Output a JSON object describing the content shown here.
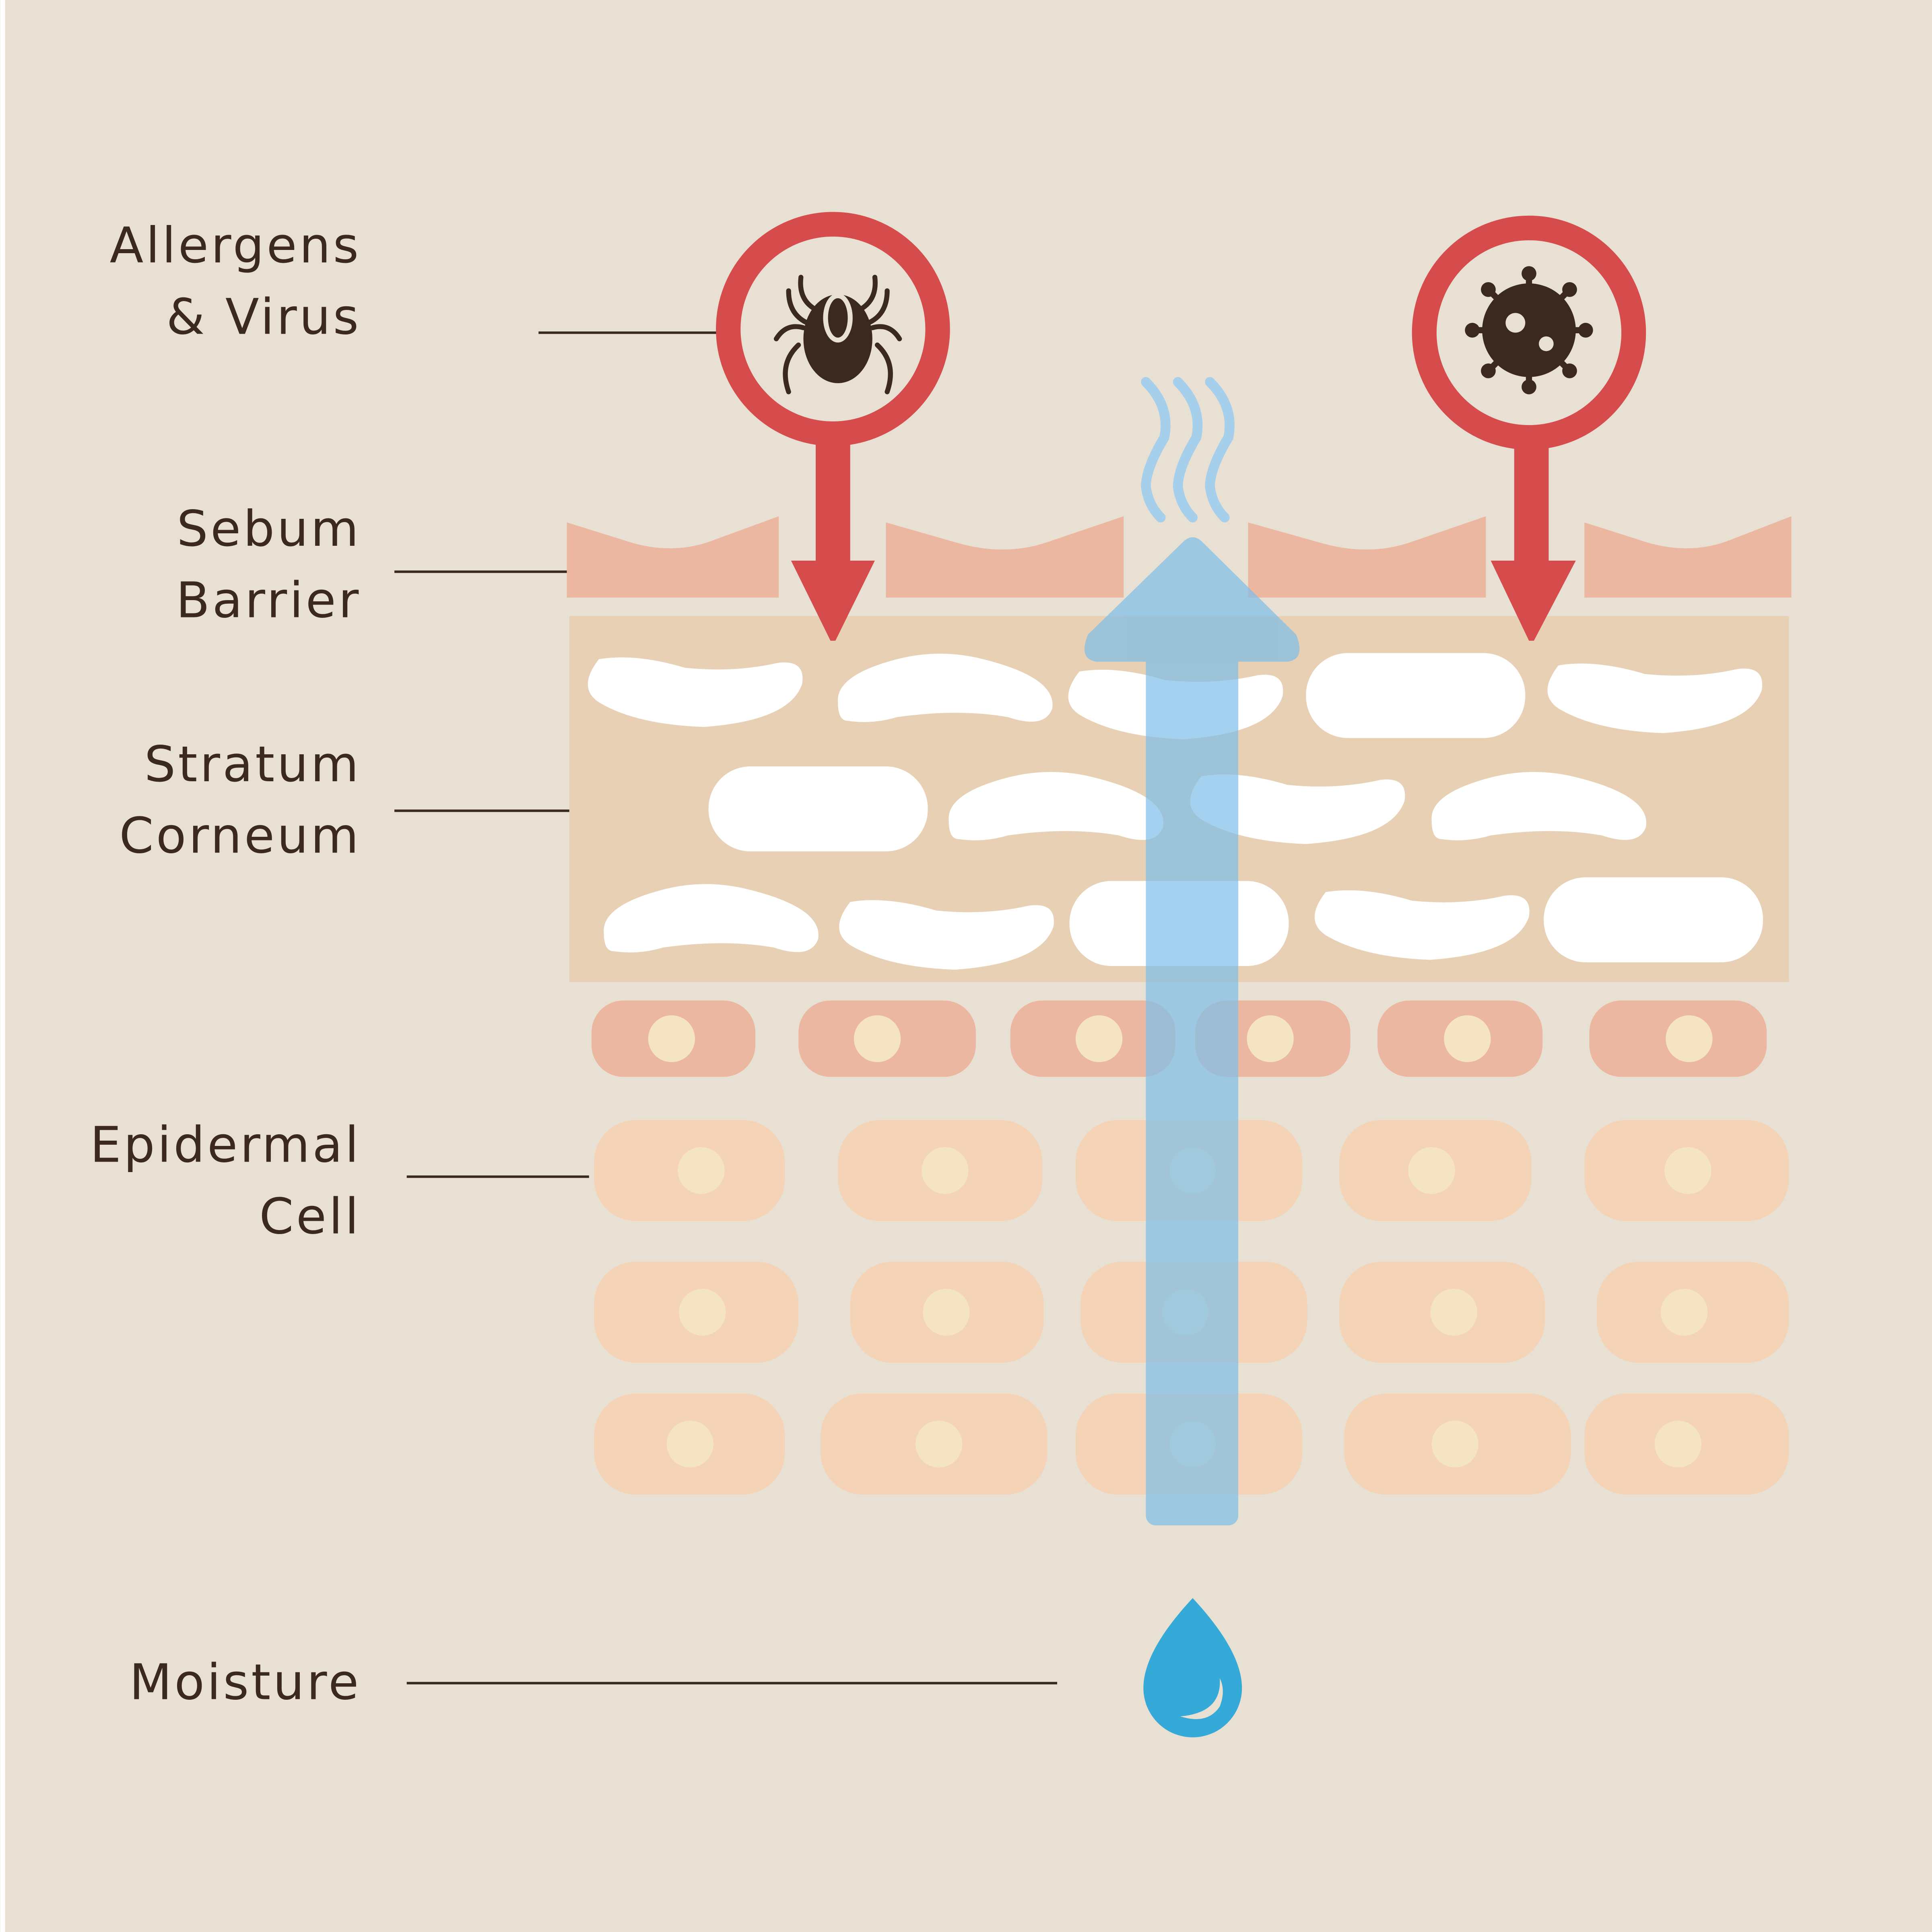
{
  "labels": {
    "allergens_line1": "Allergens",
    "allergens_line2": "& Virus",
    "sebum_line1": "Sebum",
    "sebum_line2": "Barrier",
    "stratum_line1": "Stratum",
    "stratum_line2": "Corneum",
    "epidermal_line1": "Epidermal",
    "epidermal_line2": "Cell",
    "moisture": "Moisture"
  },
  "icons": [
    "mite-icon",
    "virus-icon",
    "water-drop-icon",
    "evaporation-icon",
    "arrow-up-icon",
    "arrow-down-icon"
  ],
  "colors": {
    "background": "#e7e0d3",
    "threat_red": "#d64b4b",
    "text_dark": "#3b2820",
    "sebum": "#ecb7a1",
    "stratum": "#e8d0b5",
    "cell_upper": "#ecb7a1",
    "cell_lower": "#f5d3b6",
    "nucleus": "#f5e4c4",
    "moisture_blue": "#7dbde8",
    "drop_blue": "#35a9d8"
  }
}
